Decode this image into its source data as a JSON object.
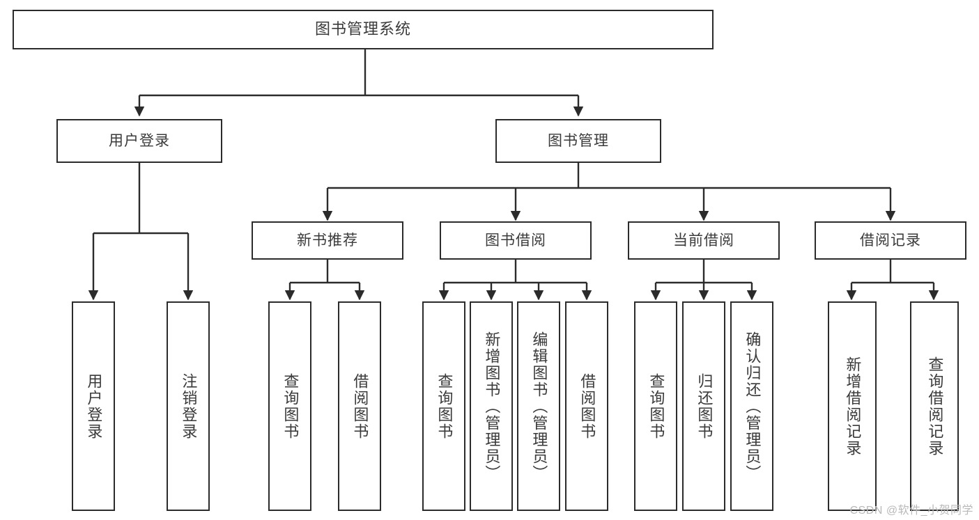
{
  "diagram": {
    "title": "图书管理系统",
    "type": "tree",
    "colors": {
      "stroke": "#2b2b2b",
      "fill": "#ffffff",
      "text": "#3a3a3a",
      "watermark": "#b9b9b9"
    },
    "watermark": "CSDN @软件_小贺同学",
    "nodes": {
      "root": {
        "label": "图书管理系统"
      },
      "level2": [
        {
          "id": "user-login",
          "label": "用户登录"
        },
        {
          "id": "book-manage",
          "label": "图书管理"
        }
      ],
      "level3": [
        {
          "id": "new-book-rec",
          "label": "新书推荐"
        },
        {
          "id": "book-borrow",
          "label": "图书借阅"
        },
        {
          "id": "current-borrow",
          "label": "当前借阅"
        },
        {
          "id": "borrow-record",
          "label": "借阅记录"
        }
      ],
      "leaves": {
        "user-login": [
          {
            "id": "leaf-user-login",
            "label": "用户登录"
          },
          {
            "id": "leaf-logout",
            "label": "注销登录"
          }
        ],
        "new-book-rec": [
          {
            "id": "leaf-query-book-1",
            "label": "查询图书"
          },
          {
            "id": "leaf-borrow-book-1",
            "label": "借阅图书"
          }
        ],
        "book-borrow": [
          {
            "id": "leaf-query-book-2",
            "label": "查询图书"
          },
          {
            "id": "leaf-add-book",
            "label": "新增图书（管理员）"
          },
          {
            "id": "leaf-edit-book",
            "label": "编辑图书（管理员）"
          },
          {
            "id": "leaf-borrow-book-2",
            "label": "借阅图书"
          }
        ],
        "current-borrow": [
          {
            "id": "leaf-query-book-3",
            "label": "查询图书"
          },
          {
            "id": "leaf-return-book",
            "label": "归还图书"
          },
          {
            "id": "leaf-confirm-return",
            "label": "确认归还（管理员）"
          }
        ],
        "borrow-record": [
          {
            "id": "leaf-add-record",
            "label": "新增借阅记录"
          },
          {
            "id": "leaf-query-record",
            "label": "查询借阅记录"
          }
        ]
      }
    }
  }
}
